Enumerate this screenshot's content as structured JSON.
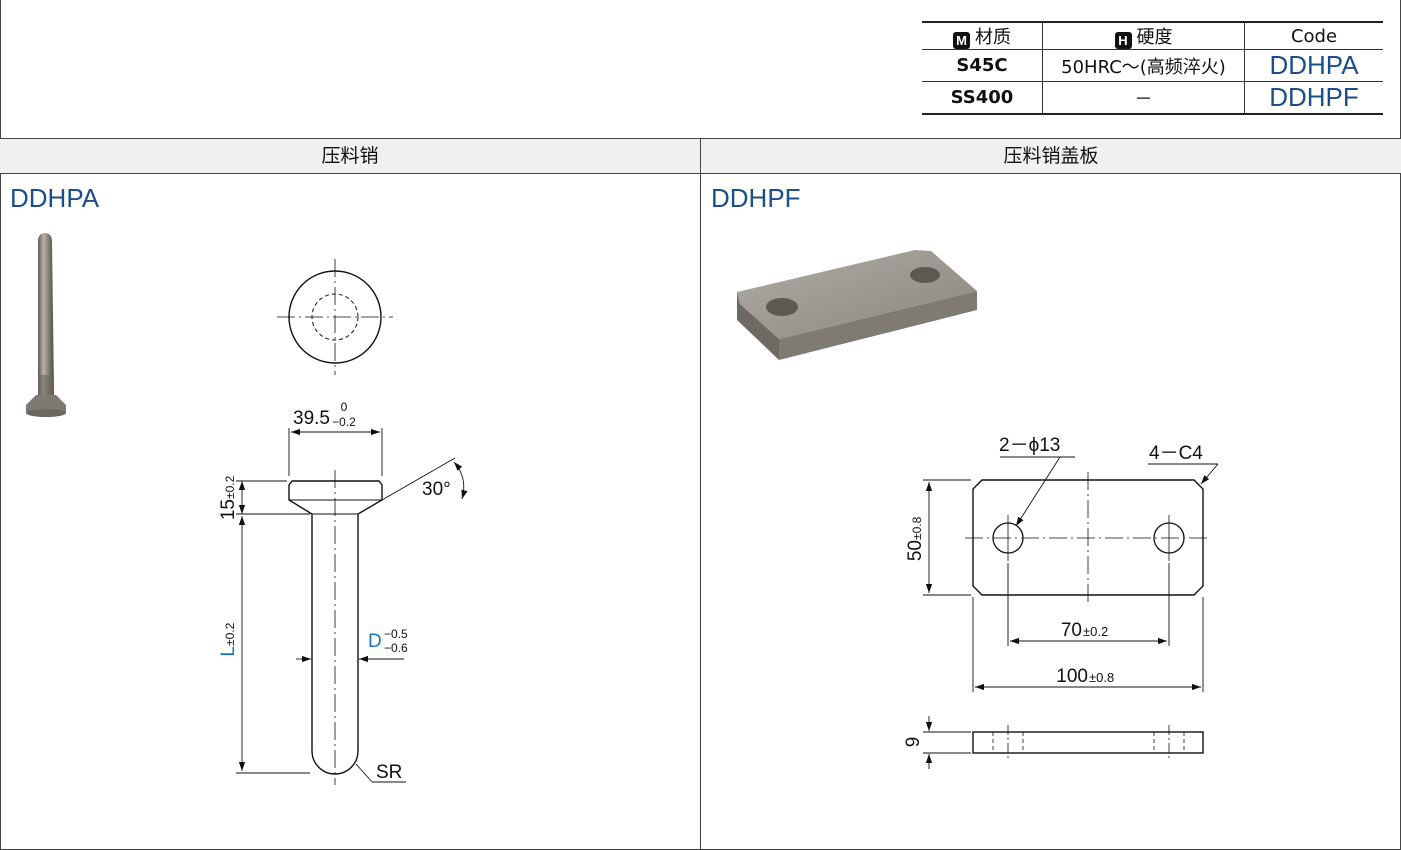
{
  "spec_table": {
    "headers": {
      "material_badge": "M",
      "material": "材质",
      "hardness_badge": "H",
      "hardness": "硬度",
      "code": "Code"
    },
    "rows": [
      {
        "material": "S45C",
        "hardness": "50HRC～(高频淬火)",
        "code": "DDHPA"
      },
      {
        "material": "SS400",
        "hardness": "－",
        "code": "DDHPF"
      }
    ]
  },
  "sections": {
    "left": {
      "title": "压料销",
      "code": "DDHPA"
    },
    "right": {
      "title": "压料销盖板",
      "code": "DDHPF"
    }
  },
  "pin_dims": {
    "head_dia": "39.5",
    "head_tol_upper": "0",
    "head_tol_lower": "−0.2",
    "head_height": "15",
    "head_height_tol": "±0.2",
    "angle": "30°",
    "length": "L",
    "length_tol": "±0.2",
    "dia": "D",
    "dia_tol_upper": "−0.5",
    "dia_tol_lower": "−0.6",
    "tip": "SR"
  },
  "plate_dims": {
    "holes": "2－ϕ13",
    "chamfer": "4－C4",
    "height": "50",
    "height_tol": "±0.8",
    "pitch": "70",
    "pitch_tol": "±0.2",
    "width": "100",
    "width_tol": "±0.8",
    "thickness": "9"
  },
  "colors": {
    "code_blue": "#1a4f8b",
    "dim_blue": "#1f74c4",
    "photo_steel": "#8f8a82"
  }
}
